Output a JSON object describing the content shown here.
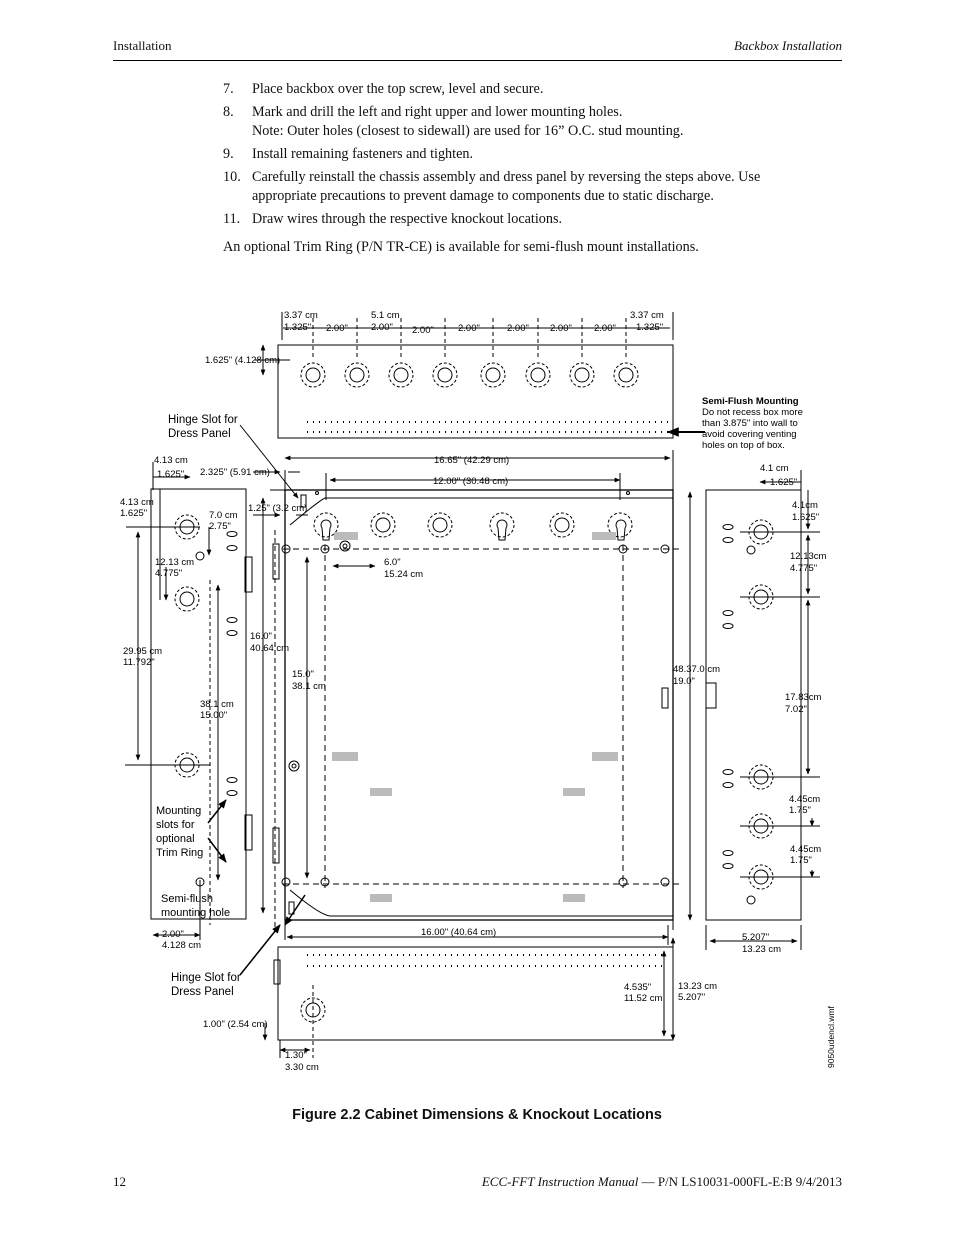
{
  "header": {
    "left": "Installation",
    "right": "Backbox Installation"
  },
  "steps": [
    {
      "num": "7.",
      "text": "Place backbox over the top screw, level and secure."
    },
    {
      "num": "8.",
      "text": "Mark and drill the left and right upper and lower mounting holes.",
      "note": "Note: Outer holes (closest to sidewall) are used for 16” O.C. stud mounting."
    },
    {
      "num": "9.",
      "text": "Install remaining fasteners and tighten."
    },
    {
      "num": "10.",
      "text": "Carefully reinstall the chassis assembly and dress panel by reversing the steps above.  Use appropriate precautions to prevent damage to components due to static discharge."
    },
    {
      "num": "11.",
      "text": "Draw wires through the respective knockout locations."
    }
  ],
  "trim_note": "An optional Trim Ring (P/N TR-CE) is available for semi-flush mount installations.",
  "figure": {
    "top_dims": {
      "a_cm": "3.37 cm",
      "a_in": "1.325\"",
      "b_cm": "5.1 cm",
      "b_in": "2.00\"",
      "spacing": "2.00\"",
      "c_cm": "3.37 cm",
      "c_in": "1.325\""
    },
    "top_depth": "1.625\" (4.128 cm)",
    "hinge_top": [
      "Hinge Slot for",
      "Dress Panel"
    ],
    "semi_flush": {
      "title": "Semi-Flush Mounting",
      "lines": [
        "Do not recess box more",
        "than 3.875\" into wall to",
        "avoid covering venting",
        "holes on top of box."
      ]
    },
    "left_dims": {
      "d1_cm": "4.13  cm",
      "d1_in": "1.625\"",
      "d2_cm": "4.13 cm",
      "d2_in": "1.625\"",
      "d3_cm": "7.0 cm",
      "d3_in": "2.75\"",
      "d4_cm": "12.13 cm",
      "d4_in": "4.775\"",
      "d5_cm": "29.95 cm",
      "d5_in": "11.792\"",
      "d6_cm": "38.1 cm",
      "d6_in": "15.00\"",
      "bottom_in": "2.00\"",
      "bottom_cm": "4.128  cm"
    },
    "mounting_slots": [
      "Mounting",
      "slots for",
      "optional",
      "Trim Ring"
    ],
    "semi_flush_hole": [
      "Semi-flush",
      "mounting hole"
    ],
    "front_dims": {
      "offset": "2.325\" (5.91 cm)",
      "width_total": "16.65\" (42.29 cm)",
      "width_inner": "12.00\" (30.48 cm)",
      "hinge_off": "1.25\" (3.2 cm)",
      "height_in": "16.0\"",
      "height_cm": "40.64 cm",
      "inner_in": "15.0\"",
      "inner_cm": "38.1 cm",
      "six_in": "6.0\"",
      "six_cm": "15.24 cm",
      "total_h_cm": "48.37.0 cm",
      "total_h_in": "19.0\"",
      "bottom_w": "16.00\" (40.64 cm)"
    },
    "right_dims": {
      "r1_cm": "4.1 cm",
      "r1_in": "1.625\"",
      "r2_cm": "4.1cm",
      "r2_in": "1.625\"",
      "r3_cm": "12.13cm",
      "r3_in": "4.775\"",
      "r4_cm": "17.83cm",
      "r4_in": "7.02\"",
      "r5_cm": "4.45cm",
      "r5_in": "1.75\"",
      "r6_cm": "4.45cm",
      "r6_in": "1.75\"",
      "depth_in": "5.207\"",
      "depth_cm": "13.23 cm"
    },
    "bottom_dims": {
      "hinge": [
        "Hinge Slot for",
        "Dress Panel"
      ],
      "in_a": "4.535\"",
      "cm_a": "11.52 cm",
      "cm_b": "13.23 cm",
      "in_b": "5.207\"",
      "depth": "1.00\" (2.54 cm)",
      "edge_in": "1.30\"",
      "edge_cm": "3.30 cm"
    },
    "file_id": "9050udencl.wmf"
  },
  "caption": "Figure 2.2  Cabinet Dimensions & Knockout Locations",
  "footer": {
    "page": "12",
    "manual": "ECC-FFT Instruction Manual",
    "ref": " — P/N LS10031-000FL-E:B  9/4/2013"
  }
}
